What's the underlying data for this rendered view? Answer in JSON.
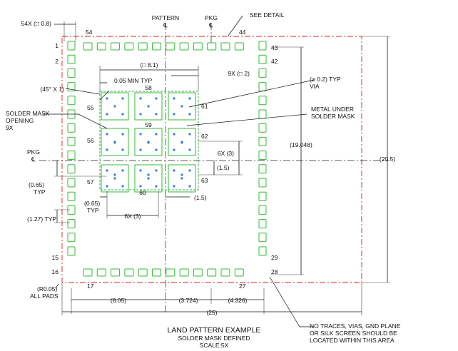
{
  "title": "LAND PATTERN EXAMPLE",
  "subtitle": "SOLDER MASK DEFINED",
  "scale": "SCALE:5X",
  "labels": {
    "pad_size": "54X (□ 0.8)",
    "pattern": "PATTERN",
    "pattern_cl": "℄",
    "pkg": "PKG",
    "pkg_cl": "℄",
    "see_detail": "SEE DETAIL",
    "pad_54": "54",
    "pad_44": "44",
    "pad_1": "1",
    "pad_2": "2",
    "pad_43": "43",
    "pad_42": "42",
    "inner_square": "(□ 8.1)",
    "inner_pitch": "9X (□ 2)",
    "min_gap": "0.05 MIN TYP",
    "chamfer": "(45° X 1)",
    "via_size": "(⌀ 0.2) TYP",
    "via": "VIA",
    "pad_58": "58",
    "pad_55": "55",
    "pad_61": "61",
    "metal_under_1": "METAL UNDER",
    "metal_under_2": "SOLDER MASK",
    "solder_mask_1": "SOLDER MASK",
    "solder_mask_2": "OPENING",
    "solder_mask_3": "9X",
    "pad_59": "59",
    "pad_56": "56",
    "pad_62": "62",
    "dim_19048": "(19.048)",
    "dim_205": "(20.5)",
    "pkg_left": "PKG",
    "pkg_left_cl": "℄",
    "dim_6x3_r": "6X (3)",
    "dim_15_v": "(1.5)",
    "dim_065_v": "(0.65)",
    "dim_065_v_typ": "TYP",
    "pad_57": "57",
    "pad_60": "60",
    "pad_63": "63",
    "dim_15_h": "(1.5)",
    "dim_065_h": "(0.65)",
    "dim_065_h_typ": "TYP",
    "dim_127": "(1.27) TYP",
    "dim_6x3_b": "6X (3)",
    "pad_15": "15",
    "pad_16": "16",
    "pad_29": "29",
    "pad_28": "28",
    "radius": "(R0.05)",
    "all_pads": "ALL PADS",
    "pad_17": "17",
    "pad_27": "27",
    "dim_805": "(8.05)",
    "dim_3724": "(3.724)",
    "dim_4326": "(4.326)",
    "dim_25": "(25)",
    "note_1": "NO TRACES, VIAS, GND PLANE",
    "note_2": "OR SILK SCREEN SHOULD BE",
    "note_3": "LOCATED WITHIN THIS AREA"
  },
  "colors": {
    "pad_outline": "#33bb33",
    "via": "#2f7fd8",
    "keepout": "#cc2222",
    "ink": "#111111"
  }
}
